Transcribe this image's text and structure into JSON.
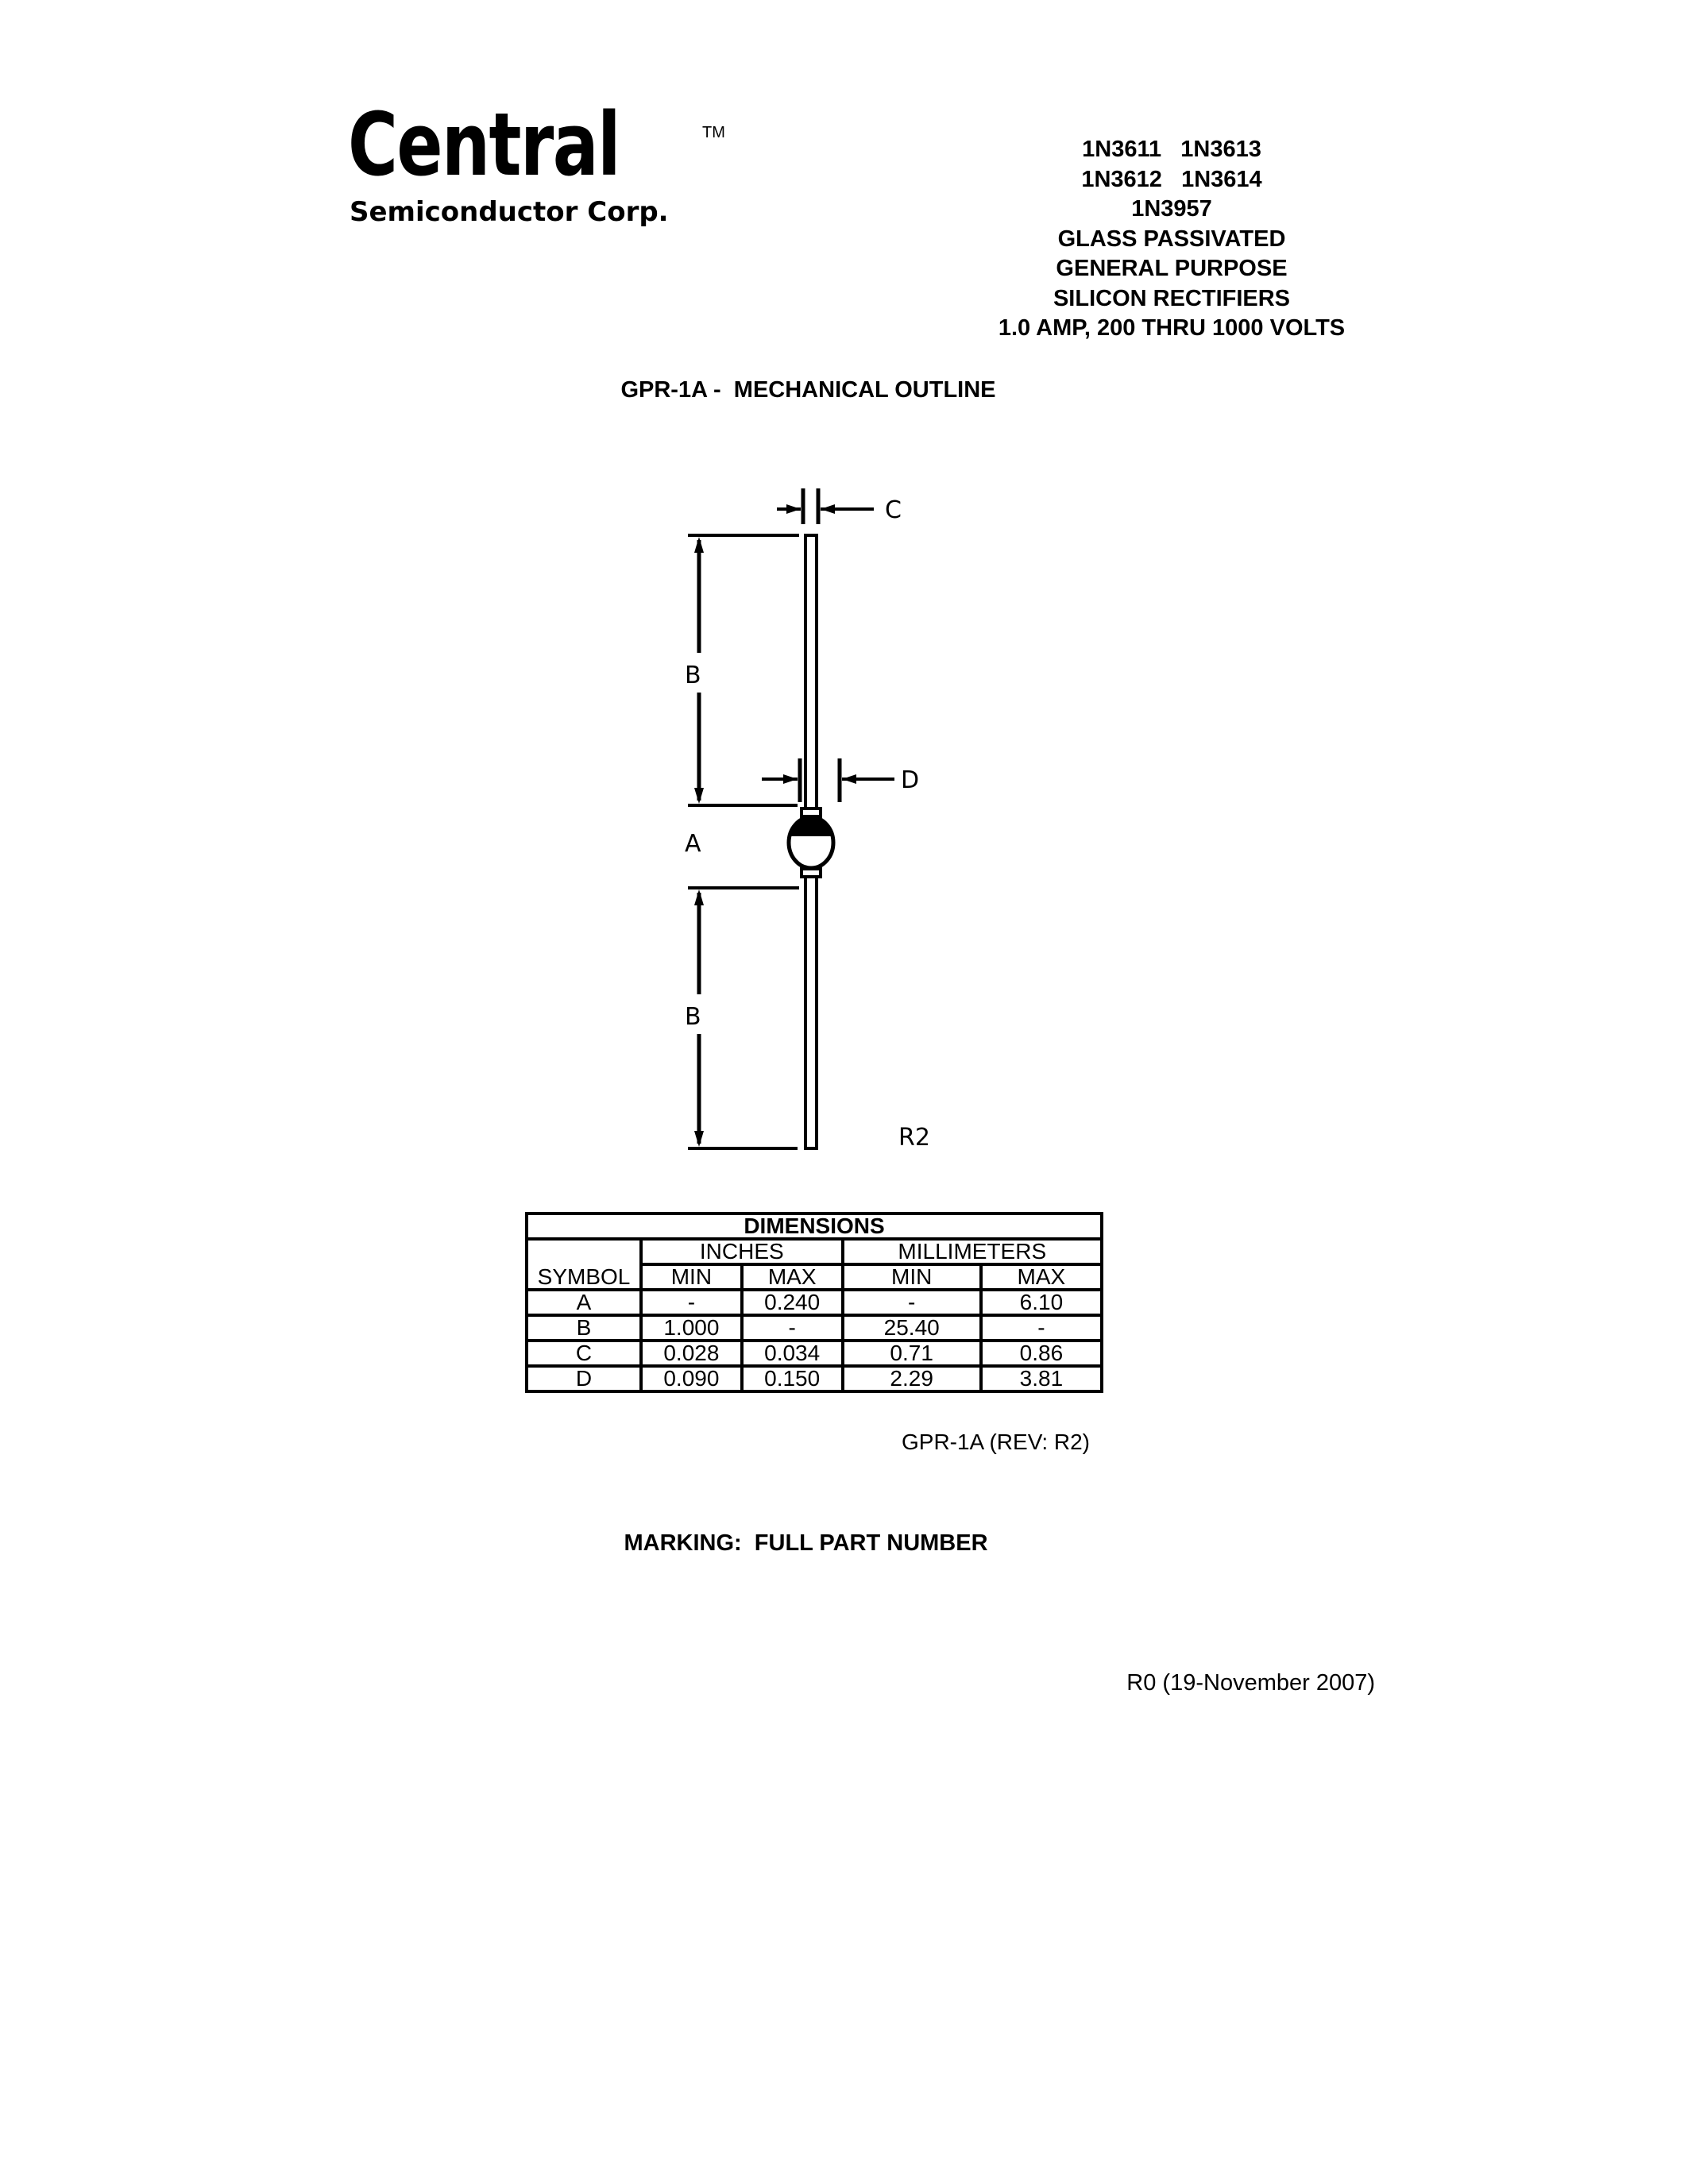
{
  "logo": {
    "name": "Central",
    "trademark": "TM",
    "subtitle": "Semiconductor Corp."
  },
  "header": {
    "lines": [
      "1N3611   1N3613",
      "1N3612   1N3614",
      "1N3957",
      "GLASS PASSIVATED",
      "GENERAL PURPOSE",
      "SILICON RECTIFIERS",
      "1.0 AMP, 200 THRU 1000 VOLTS"
    ]
  },
  "outline_title": "GPR-1A -  MECHANICAL OUTLINE",
  "drawing": {
    "labels": {
      "C": "C",
      "D": "D",
      "A": "A",
      "B_top": "B",
      "B_bottom": "B",
      "rev": "R2"
    }
  },
  "table": {
    "title": "DIMENSIONS",
    "group_headers": [
      "INCHES",
      "MILLIMETERS"
    ],
    "symbol_header": "SYMBOL",
    "sub_headers": [
      "MIN",
      "MAX",
      "MIN",
      "MAX"
    ],
    "rows": [
      [
        "A",
        "-",
        "0.240",
        "-",
        "6.10"
      ],
      [
        "B",
        "1.000",
        "-",
        "25.40",
        "-"
      ],
      [
        "C",
        "0.028",
        "0.034",
        "0.71",
        "0.86"
      ],
      [
        "D",
        "0.090",
        "0.150",
        "2.29",
        "3.81"
      ]
    ],
    "revision": "GPR-1A (REV: R2)"
  },
  "marking": "MARKING:  FULL PART NUMBER",
  "document_revision": "R0 (19-November 2007)"
}
